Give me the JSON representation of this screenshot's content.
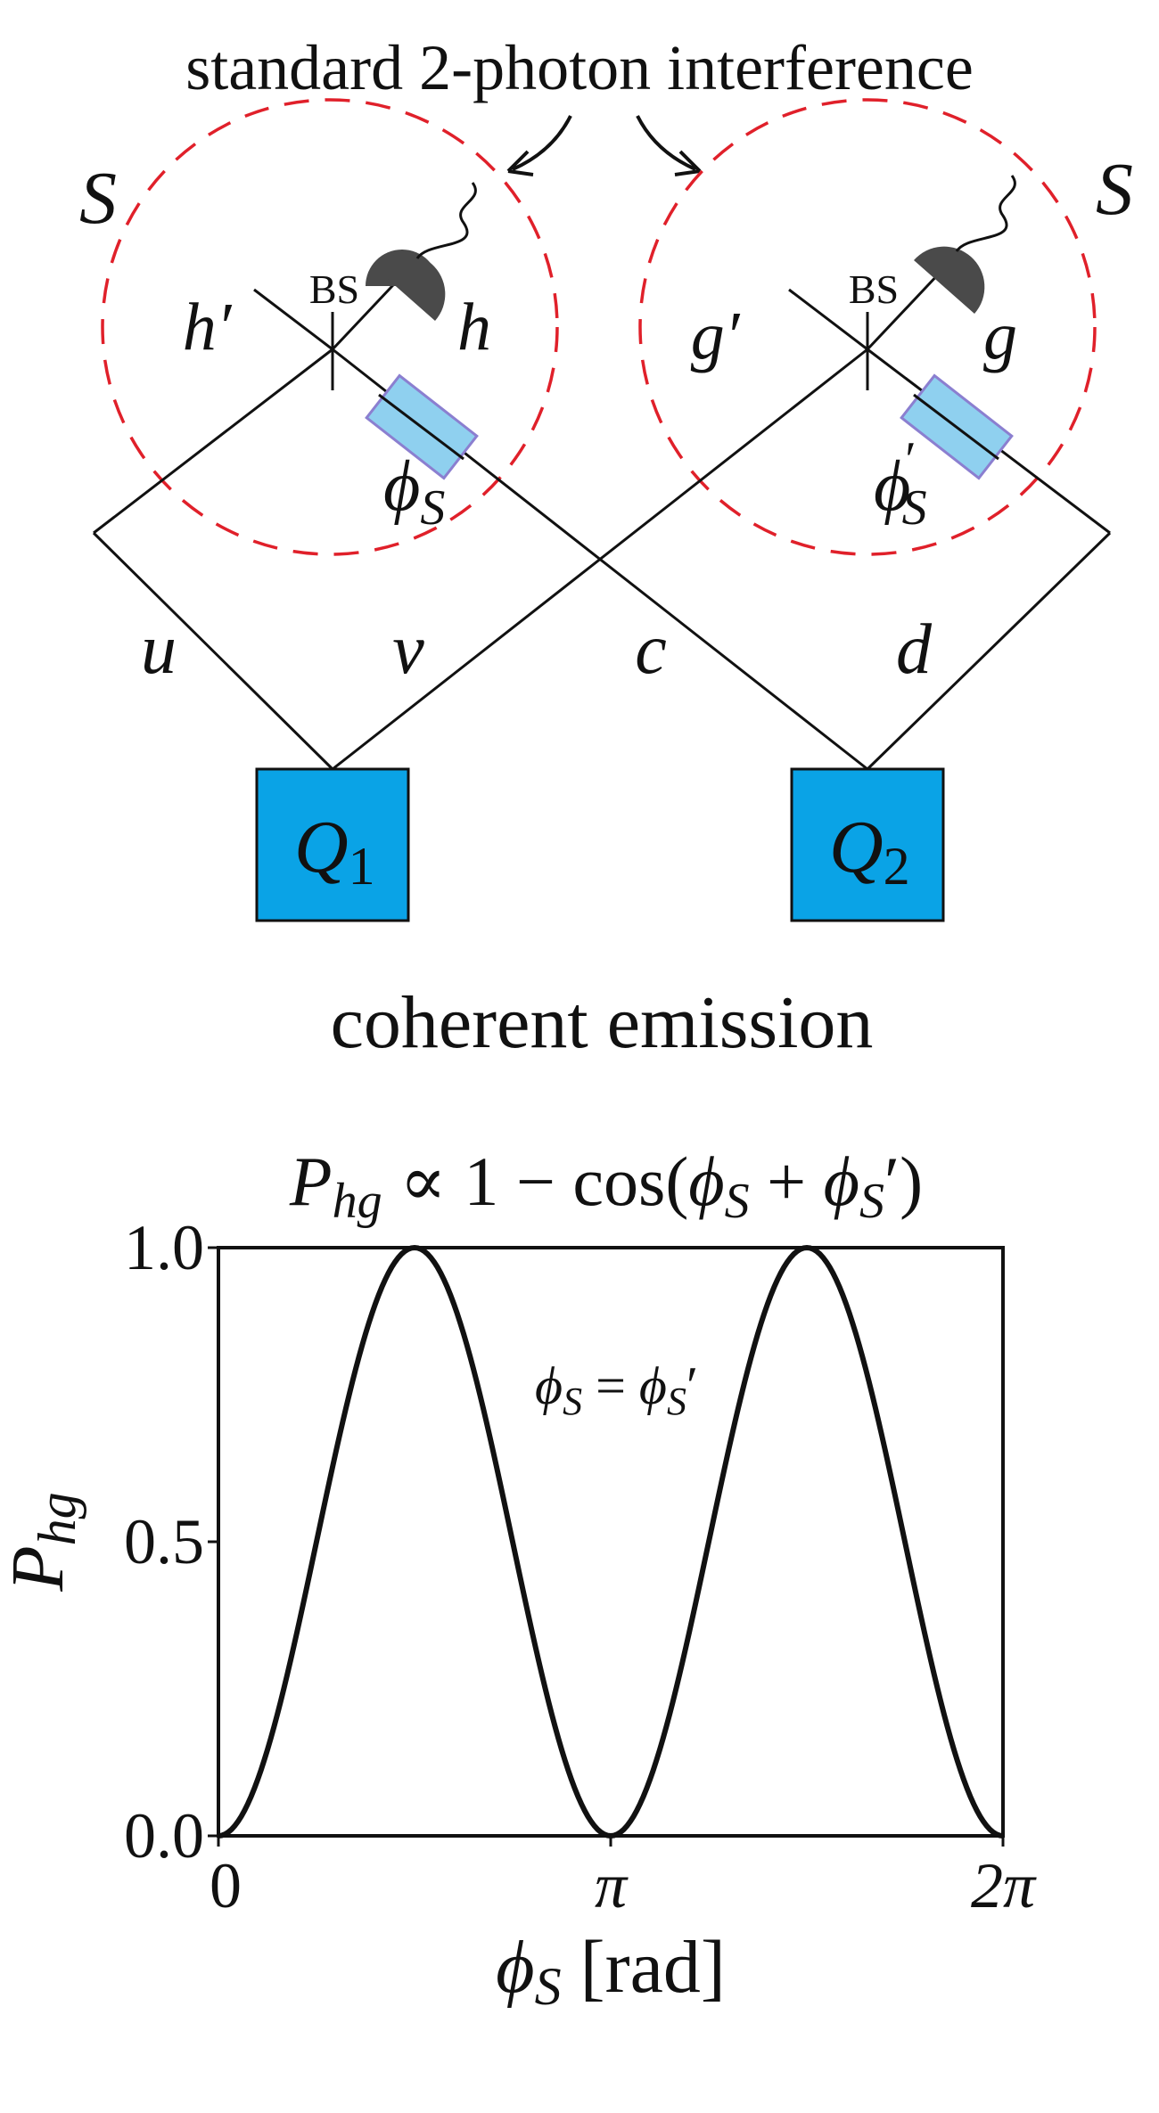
{
  "diagram": {
    "title": "standard 2-photon interference",
    "subtitle": "coherent emission",
    "regions": [
      {
        "label": "S",
        "color": "#e0202a"
      },
      {
        "label": "S",
        "color": "#e0202a"
      }
    ],
    "beam_splitters": [
      {
        "label": "BS",
        "ports": [
          "h′",
          "h"
        ],
        "phase_label": "ϕ",
        "phase_sub": "S",
        "phase_prime": ""
      },
      {
        "label": "BS",
        "ports": [
          "g′",
          "g"
        ],
        "phase_label": "ϕ",
        "phase_sub": "S",
        "phase_prime": "′"
      }
    ],
    "paths": [
      "u",
      "v",
      "c",
      "d"
    ],
    "sources": [
      {
        "name": "Q",
        "sub": "1"
      },
      {
        "name": "Q",
        "sub": "2"
      }
    ],
    "colors": {
      "source_fill": "#0aa3e6",
      "phase_shifter_fill": "#8fd0ef",
      "phase_shifter_stroke": "#8b7fd0",
      "detector_fill": "#4a4a4a",
      "line": "#111111"
    }
  },
  "chart_data": {
    "type": "line",
    "title": "P_hg ∝ 1 − cos(ϕ_S + ϕ_S′)",
    "title_parts": {
      "p": "P",
      "p_sub": "hg",
      "rest": " ∝ 1 − cos(",
      "phi1": "ϕ",
      "phi1_sub": "S",
      "plus": " + ",
      "phi2": "ϕ",
      "phi2_sub": "S",
      "close": "′)"
    },
    "xlabel": "ϕ_S [rad]",
    "xlabel_parts": {
      "phi": "ϕ",
      "sub": "S",
      "rest": " [rad]"
    },
    "ylabel": "P_hg",
    "ylabel_parts": {
      "p": "P",
      "sub": "hg"
    },
    "annotation": "ϕ_S = ϕ_S′",
    "annotation_parts": {
      "phi1": "ϕ",
      "sub1": "S",
      "eq": " = ",
      "phi2": "ϕ",
      "sub2": "S",
      "prime": "′"
    },
    "xlim": [
      0,
      6.283185
    ],
    "ylim": [
      0,
      1
    ],
    "xticks": [
      {
        "value": 0,
        "label": "0"
      },
      {
        "value": 3.141593,
        "label": "π"
      },
      {
        "value": 6.283185,
        "label": "2π"
      }
    ],
    "yticks": [
      {
        "value": 0,
        "label": "0.0"
      },
      {
        "value": 0.5,
        "label": "0.5"
      },
      {
        "value": 1,
        "label": "1.0"
      }
    ],
    "grid": false,
    "series": [
      {
        "color": "#111111",
        "x": [
          0,
          0.3927,
          0.7854,
          1.1781,
          1.5708,
          1.9635,
          2.3562,
          2.7489,
          3.1416,
          3.5343,
          3.927,
          4.3197,
          4.7124,
          5.1051,
          5.4978,
          5.8905,
          6.2832
        ],
        "y": [
          0,
          0.146,
          0.5,
          0.854,
          1,
          0.854,
          0.5,
          0.146,
          0,
          0.146,
          0.5,
          0.854,
          1,
          0.854,
          0.5,
          0.146,
          0
        ]
      }
    ]
  }
}
